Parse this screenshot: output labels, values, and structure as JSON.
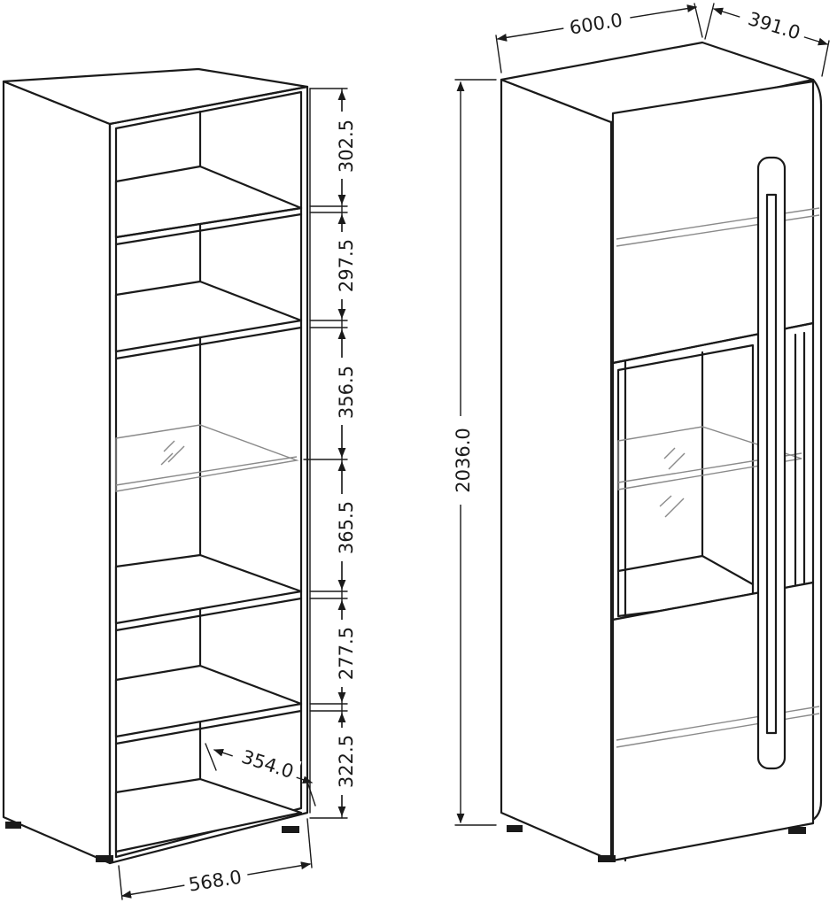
{
  "diagram": {
    "open_cabinet": {
      "shelf_spacings": [
        "302.5",
        "297.5",
        "356.5",
        "365.5",
        "277.5",
        "322.5"
      ],
      "depth": "354.0",
      "width": "568.0"
    },
    "closed_cabinet": {
      "width": "600.0",
      "depth": "391.0",
      "height": "2036.0"
    },
    "colors": {
      "line": "#1a1a1a",
      "glass": "#8a8a8a",
      "background": "#ffffff"
    }
  }
}
